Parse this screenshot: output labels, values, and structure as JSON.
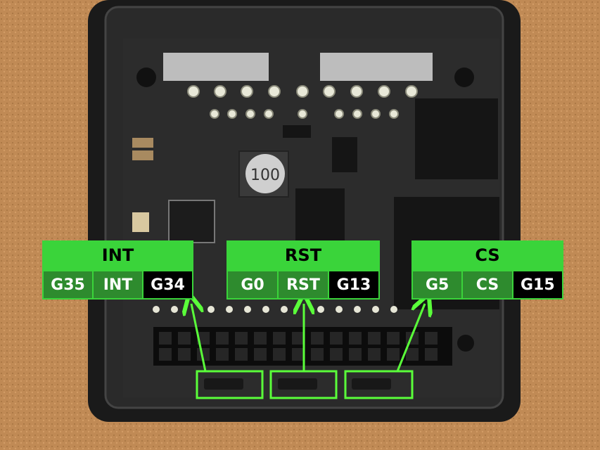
{
  "scene": {
    "component_marking": "100"
  },
  "labels": [
    {
      "title": "INT",
      "pins": [
        "G35",
        "INT",
        "G34"
      ]
    },
    {
      "title": "RST",
      "pins": [
        "G0",
        "RST",
        "G13"
      ]
    },
    {
      "title": "CS",
      "pins": [
        "G5",
        "CS",
        "G15"
      ]
    }
  ],
  "colors": {
    "label_green": "#3ad43a",
    "pin_green": "#2e8b2e",
    "pin_black": "#000000",
    "arrow_green": "#5aff3a"
  }
}
